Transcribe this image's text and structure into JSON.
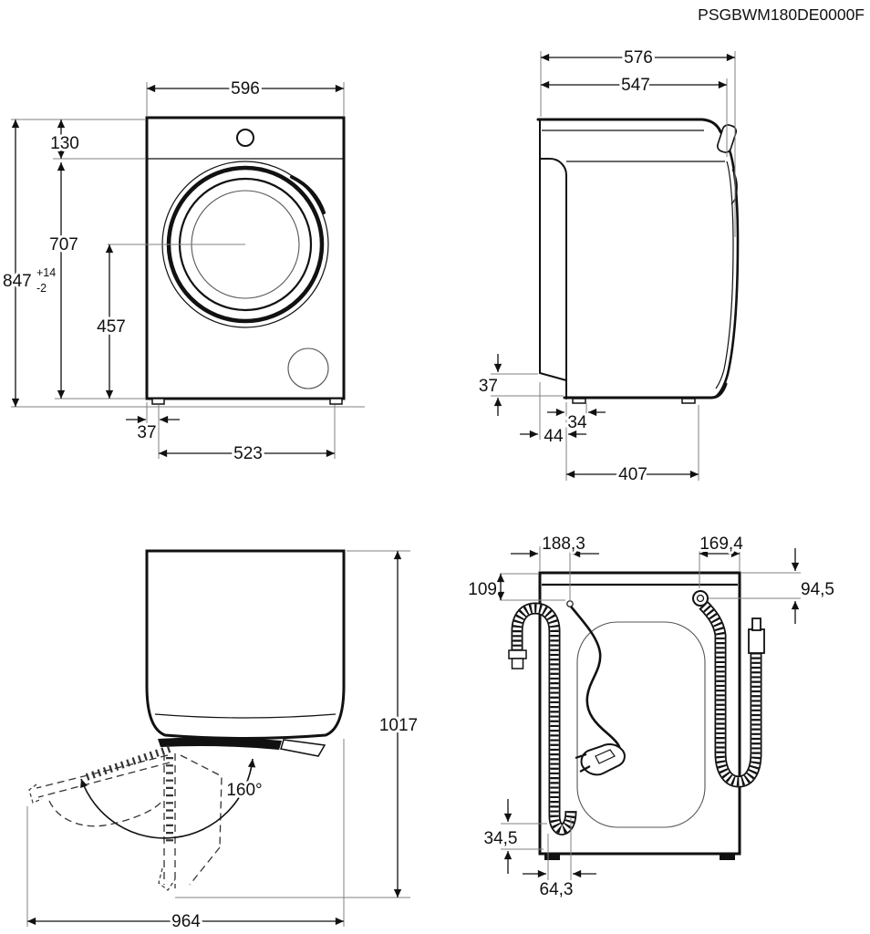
{
  "header": {
    "model_code": "PSGBWM180DE0000F"
  },
  "views": {
    "front": {
      "width": "596",
      "panel_height": "130",
      "panel_to_base": "707",
      "total_height": "847",
      "total_height_tol_plus": "+14",
      "total_height_tol_minus": "-2",
      "door_center_to_base": "457",
      "foot_inset": "37",
      "foot_pitch": "523"
    },
    "side": {
      "depth_total": "576",
      "depth_body": "547",
      "rear_bottom_inset": "37",
      "foot_width": "34",
      "rear_inset_depth": "44",
      "foot_pitch": "407"
    },
    "door_open": {
      "total_height_open": "1017",
      "opening_angle": "160°",
      "total_width_open": "964"
    },
    "back": {
      "cord_from_left": "188,3",
      "inlet_from_right": "169,4",
      "cord_from_top": "109",
      "inlet_from_top": "94,5",
      "hose_from_bottom": "34,5",
      "hose_from_left": "64,3"
    }
  },
  "colors": {
    "line": "#111111",
    "extension_line": "#808080",
    "background": "#ffffff"
  }
}
